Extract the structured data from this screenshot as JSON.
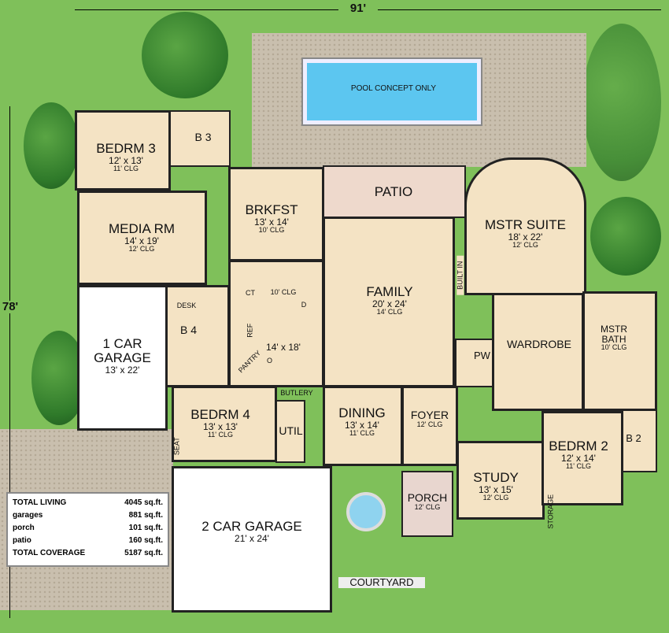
{
  "dimensions": {
    "width": "91'",
    "depth": "78'"
  },
  "pool": {
    "label": "POOL CONCEPT ONLY"
  },
  "rooms": [
    {
      "id": "bedrm3",
      "name": "BEDRM 3",
      "size": "12' x 13'",
      "clg": "11' CLG"
    },
    {
      "id": "b3",
      "name": "B 3"
    },
    {
      "id": "media",
      "name": "MEDIA RM",
      "size": "14' x 19'",
      "clg": "12' CLG"
    },
    {
      "id": "garage1",
      "name": "1 CAR GARAGE",
      "size": "13' x 22'"
    },
    {
      "id": "brkfst",
      "name": "BRKFST",
      "size": "13' x 14'",
      "clg": "10' CLG"
    },
    {
      "id": "kitchen",
      "size": "14' x 18'",
      "clg": "10' CLG"
    },
    {
      "id": "patio",
      "name": "PATIO"
    },
    {
      "id": "family",
      "name": "FAMILY",
      "size": "20' x 24'",
      "clg": "14' CLG"
    },
    {
      "id": "mstr",
      "name": "MSTR SUITE",
      "size": "18' x 22'",
      "clg": "12' CLG"
    },
    {
      "id": "wardrobe",
      "name": "WARDROBE"
    },
    {
      "id": "mbath",
      "name": "MSTR BATH",
      "clg": "10' CLG"
    },
    {
      "id": "pw",
      "name": "PW"
    },
    {
      "id": "dining",
      "name": "DINING",
      "size": "13' x 14'",
      "clg": "11' CLG"
    },
    {
      "id": "foyer",
      "name": "FOYER",
      "clg": "12' CLG"
    },
    {
      "id": "study",
      "name": "STUDY",
      "size": "13' x 15'",
      "clg": "12' CLG"
    },
    {
      "id": "bedrm2",
      "name": "BEDRM 2",
      "size": "12' x 14'",
      "clg": "11' CLG"
    },
    {
      "id": "b2",
      "name": "B 2"
    },
    {
      "id": "bedrm4",
      "name": "BEDRM 4",
      "size": "13' x 13'",
      "clg": "11' CLG"
    },
    {
      "id": "b4",
      "name": "B 4"
    },
    {
      "id": "util",
      "name": "UTIL"
    },
    {
      "id": "garage2",
      "name": "2 CAR GARAGE",
      "size": "21' x 24'"
    },
    {
      "id": "porch",
      "name": "PORCH",
      "clg": "12' CLG"
    },
    {
      "id": "courtyard",
      "name": "COURTYARD"
    }
  ],
  "labels": {
    "desk": "DESK",
    "ct": "CT",
    "ref": "REF",
    "pantry": "PANTRY",
    "o": "O",
    "d": "D",
    "butlery": "BUTLERY",
    "built_in": "BUILT IN",
    "storage": "STORAGE",
    "seat": "SEAT"
  },
  "areas": [
    {
      "label": "TOTAL LIVING",
      "value": "4045 sq.ft."
    },
    {
      "label": "garages",
      "value": "881 sq.ft."
    },
    {
      "label": "porch",
      "value": "101 sq.ft."
    },
    {
      "label": "patio",
      "value": "160 sq.ft."
    },
    {
      "label": "TOTAL COVERAGE",
      "value": "5187 sq.ft."
    }
  ]
}
